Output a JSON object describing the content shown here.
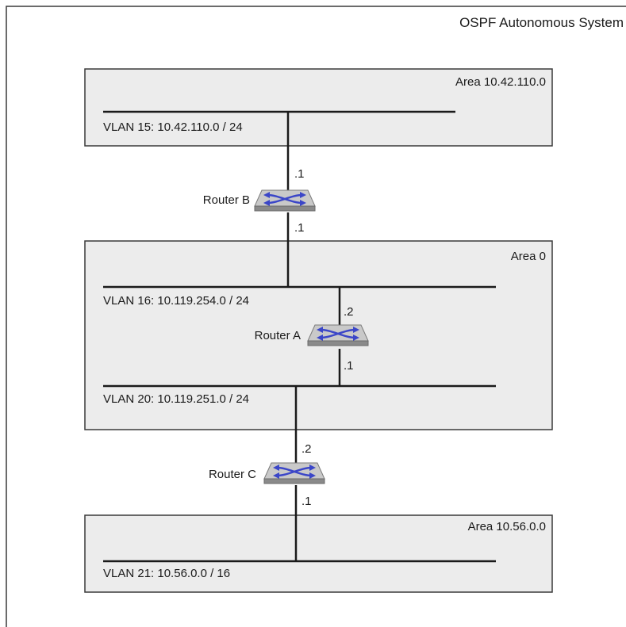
{
  "system_title": "OSPF Autonomous System",
  "areas": [
    {
      "id": "area1",
      "label": "Area 10.42.110.0"
    },
    {
      "id": "area0",
      "label": "Area 0"
    },
    {
      "id": "area3",
      "label": "Area 10.56.0.0"
    }
  ],
  "vlans": [
    {
      "id": "vlan15",
      "label": "VLAN 15: 10.42.110.0 / 24"
    },
    {
      "id": "vlan16",
      "label": "VLAN 16: 10.119.254.0 / 24"
    },
    {
      "id": "vlan20",
      "label": "VLAN 20: 10.119.251.0 / 24"
    },
    {
      "id": "vlan21",
      "label": "VLAN 21: 10.56.0.0 / 16"
    }
  ],
  "routers": [
    {
      "id": "router-b",
      "label": "Router B",
      "icon": "router-icon",
      "top_iface": ".1",
      "bottom_iface": ".1"
    },
    {
      "id": "router-a",
      "label": "Router A",
      "icon": "router-icon",
      "top_iface": ".2",
      "bottom_iface": ".1"
    },
    {
      "id": "router-c",
      "label": "Router C",
      "icon": "router-icon",
      "top_iface": ".2",
      "bottom_iface": ".1"
    }
  ],
  "colors": {
    "area_fill": "#ececec",
    "router_top": "#c9c9c9",
    "router_side": "#8a8a8a",
    "router_arrows": "#3b46c8"
  }
}
